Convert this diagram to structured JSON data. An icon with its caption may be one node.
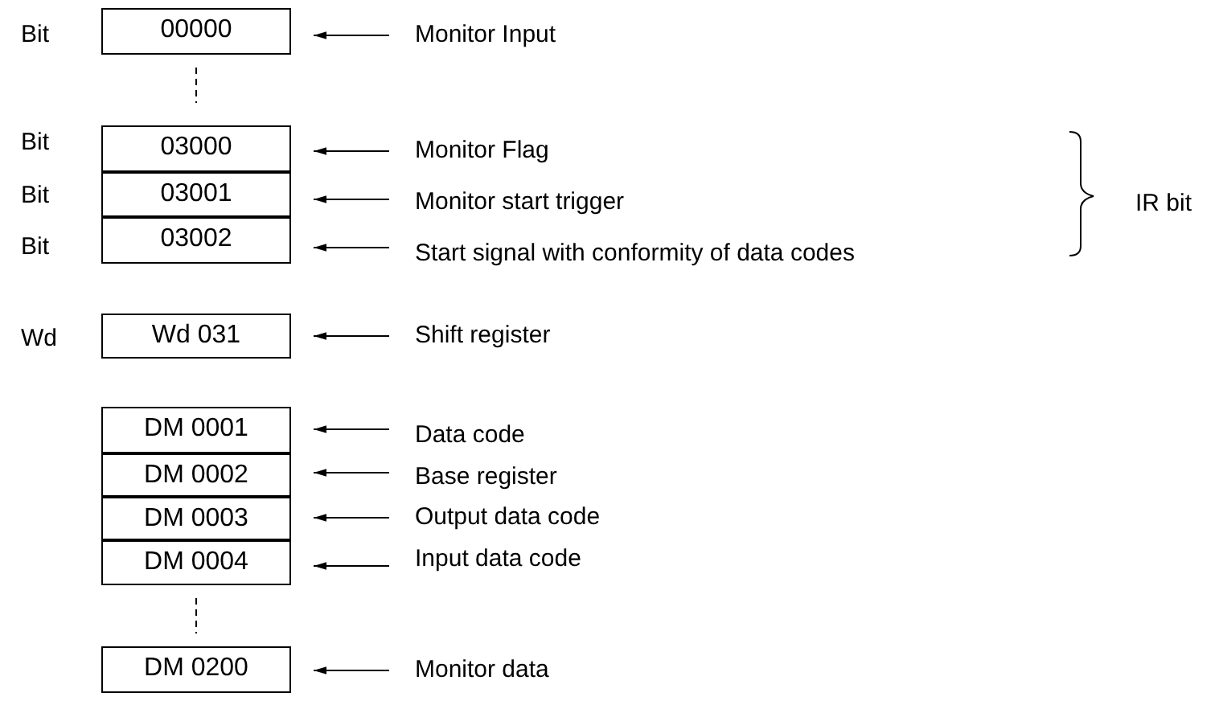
{
  "diagram": {
    "nodes": [
      {
        "text": [
          "00000"
        ]
      },
      {
        "text": [
          "03000"
        ]
      },
      {
        "text": [
          "03001"
        ]
      },
      {
        "text": [
          "03002"
        ]
      },
      {
        "text": [
          "Wd 031"
        ]
      },
      {
        "text": [
          "DM 0001"
        ]
      },
      {
        "text": [
          "DM 0002"
        ]
      },
      {
        "text": [
          "DM 0003"
        ]
      },
      {
        "text": [
          "DM 0004"
        ]
      },
      {
        "text": [
          "DM 0200"
        ]
      },
      {
        "text": [
          "Monitor Input"
        ]
      },
      {
        "text": [
          "Monitor Flag"
        ]
      },
      {
        "text": [
          "Monitor start trigger"
        ]
      },
      {
        "text": [
          "Start signal with conformity of data codes"
        ]
      },
      {
        "text": [
          "Shift register"
        ]
      },
      {
        "text": [
          "Data code"
        ]
      },
      {
        "text": [
          "Base register"
        ]
      },
      {
        "text": [
          "Output data code"
        ]
      },
      {
        "text": [
          "Input data code"
        ]
      },
      {
        "text": [
          "Monitor data"
        ]
      }
    ],
    "edges": [
      {
        "from": 10,
        "to": 0,
        "arrow": "to"
      },
      {
        "from": 11,
        "to": 1,
        "arrow": "to"
      },
      {
        "from": 12,
        "to": 2,
        "arrow": "to"
      },
      {
        "from": 13,
        "to": 3,
        "arrow": "to"
      },
      {
        "from": 14,
        "to": 4,
        "arrow": "to"
      },
      {
        "from": 15,
        "to": 5,
        "arrow": "to"
      },
      {
        "from": 16,
        "to": 6,
        "arrow": "to"
      },
      {
        "from": 17,
        "to": 7,
        "arrow": "to"
      },
      {
        "from": 18,
        "to": 8,
        "arrow": "to"
      },
      {
        "from": 19,
        "to": 9,
        "arrow": "to"
      }
    ],
    "labels": [
      "Bit",
      "Bit",
      "Bit",
      "Bit",
      "Wd",
      "IR bit"
    ]
  }
}
